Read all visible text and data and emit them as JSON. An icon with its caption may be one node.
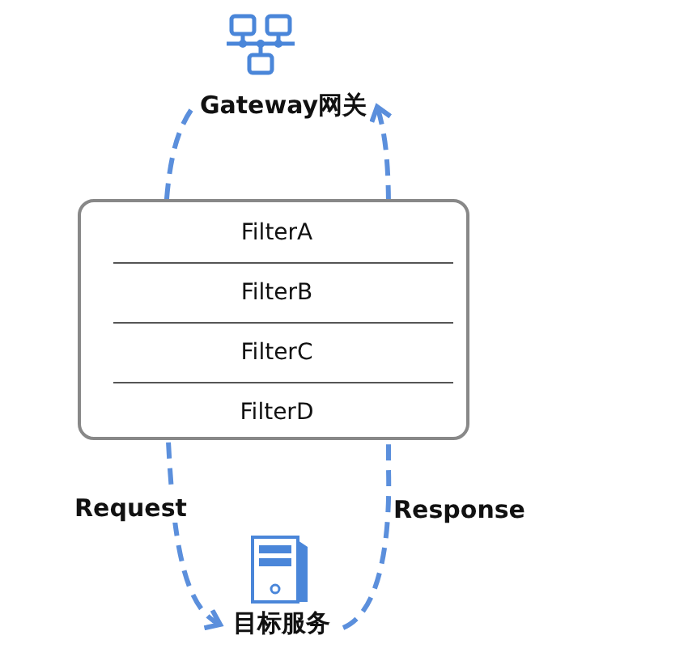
{
  "diagram": {
    "nodes": [
      {
        "text": [
          "Gateway网关"
        ]
      },
      {
        "text": [],
        "shape": "box"
      },
      {
        "text": [
          "FilterA"
        ],
        "in": 1
      },
      {
        "text": [
          "FilterB"
        ],
        "in": 1
      },
      {
        "text": [
          "FilterC"
        ],
        "in": 1
      },
      {
        "text": [
          "FilterD"
        ],
        "in": 1
      },
      {
        "text": [
          "目标服务"
        ]
      }
    ],
    "edges": [
      {
        "from": 0,
        "to": 6,
        "arrow": "to",
        "style": "dashed",
        "label": "Request"
      },
      {
        "from": 6,
        "to": 0,
        "arrow": "to",
        "style": "dashed",
        "label": "Response"
      }
    ]
  }
}
